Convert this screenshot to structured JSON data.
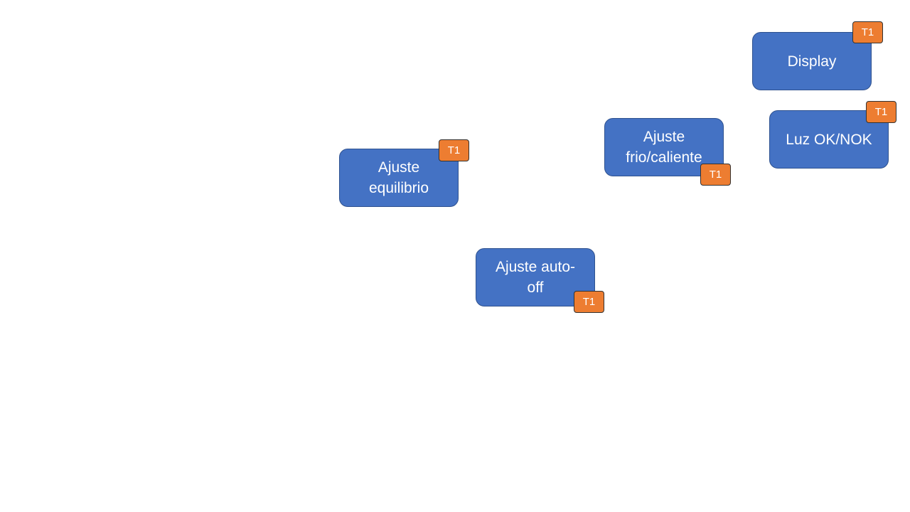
{
  "nodes": {
    "display": {
      "label": "Display",
      "tag": "T1"
    },
    "luz": {
      "label": "Luz OK/NOK",
      "tag": "T1"
    },
    "frio_caliente": {
      "label": "Ajuste frio/caliente",
      "tag": "T1"
    },
    "equilibrio": {
      "label": "Ajuste equilibrio",
      "tag": "T1"
    },
    "auto_off": {
      "label": "Ajuste auto-off",
      "tag": "T1"
    }
  },
  "colors": {
    "node_fill": "#4472c4",
    "node_border": "#2f528f",
    "tag_fill": "#ed7d31",
    "background": "#ffffff"
  }
}
